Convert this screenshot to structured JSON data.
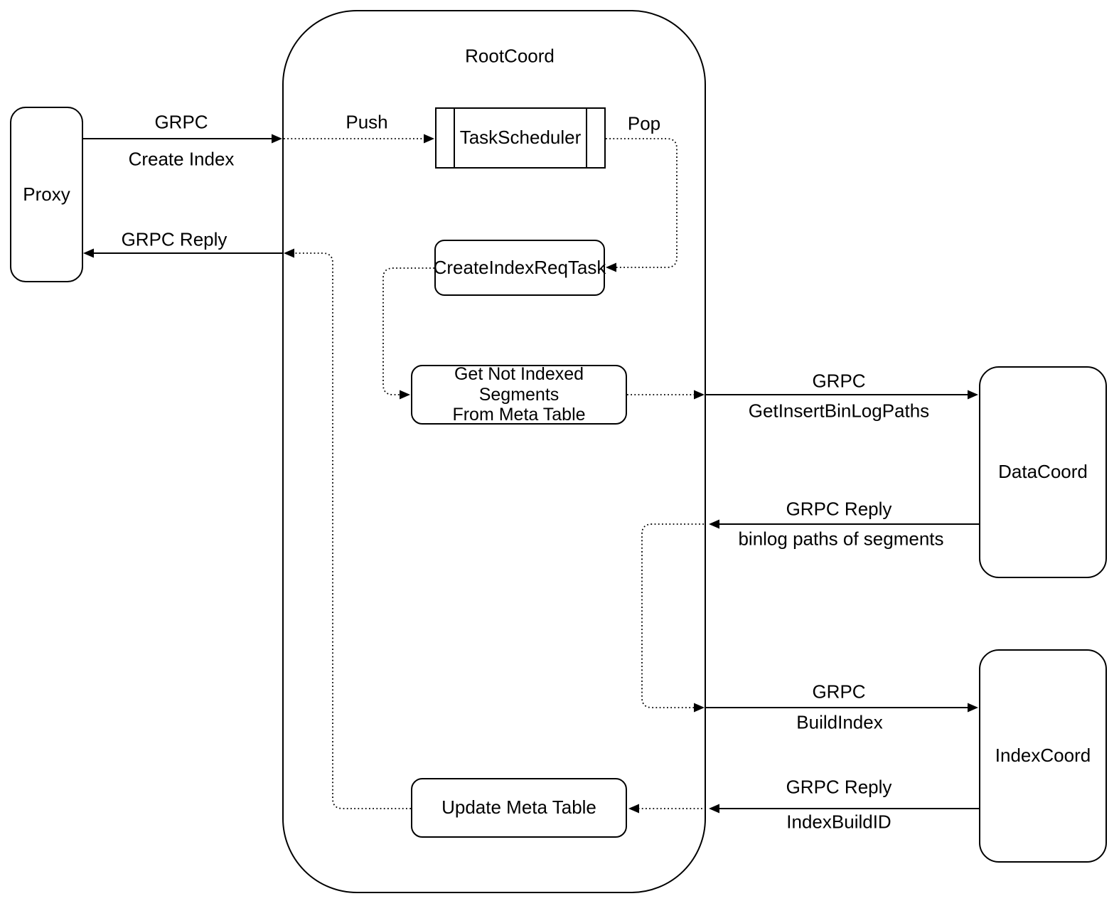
{
  "diagram": {
    "colors": {
      "line": "#000000",
      "background": "#ffffff",
      "text": "#000000"
    },
    "nodes": {
      "proxy": {
        "label": "Proxy"
      },
      "rootcoord": {
        "label": "RootCoord"
      },
      "task_scheduler": {
        "label": "TaskScheduler"
      },
      "create_index_req_task": {
        "label": "CreateIndexReqTask"
      },
      "get_not_indexed": {
        "label_line1": "Get Not Indexed Segments",
        "label_line2": "From Meta Table"
      },
      "update_meta_table": {
        "label": "Update Meta Table"
      },
      "datacoord": {
        "label": "DataCoord"
      },
      "indexcoord": {
        "label": "IndexCoord"
      }
    },
    "edges": {
      "grpc_create_index": {
        "line1": "GRPC",
        "line2": "Create Index"
      },
      "push": {
        "line1": "Push"
      },
      "pop": {
        "line1": "Pop"
      },
      "grpc_reply_proxy": {
        "line1": "GRPC Reply"
      },
      "grpc_get_insert_binlog": {
        "line1": "GRPC",
        "line2": "GetInsertBinLogPaths"
      },
      "grpc_reply_binlog": {
        "line1": "GRPC Reply",
        "line2": "binlog paths of segments"
      },
      "grpc_build_index": {
        "line1": "GRPC",
        "line2": "BuildIndex"
      },
      "grpc_reply_buildid": {
        "line1": "GRPC Reply",
        "line2": "IndexBuildID"
      }
    }
  }
}
